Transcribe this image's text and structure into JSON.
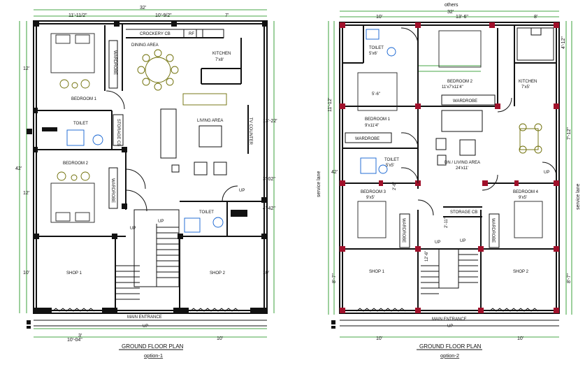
{
  "plan1": {
    "title": "GROUND FLOOR PLAN",
    "subtitle": "option-1",
    "dim_top": "32'",
    "dim_top_a": "11'-11/2\"",
    "dim_top_b": "10'-9/2\"",
    "dim_top_c": "7'",
    "dim_left_total": "42'",
    "dim_left_a": "12'",
    "dim_left_b": "12'",
    "dim_left_c": "10'",
    "dim_right_a": "13'-22'",
    "dim_right_b": "3'-02\"",
    "dim_right_c": "4'-42\"",
    "dim_right_d": "10'",
    "dim_bottom_a": "10'-04\"",
    "dim_bottom_b": "10'",
    "dim_bottom_small": "3'",
    "rooms": {
      "bedroom1": "BEDROOM 1",
      "bedroom2": "BEDROOM 2",
      "wardrobe1": "WARDROBE",
      "wardrobe2": "WARDROBE",
      "toilet1": "TOILET",
      "toilet2": "TOILET",
      "storage": "STORAGE CB",
      "crockery": "CROCKERY CB",
      "rf": "RF",
      "dining": "DINING AREA",
      "kitchen": "KITCHEN",
      "kitchen_dim": "7'x8'",
      "living": "LIVING AREA",
      "counter": "TV COUNTER",
      "shop1": "SHOP 1",
      "shop2": "SHOP 2",
      "entrance": "MAIN ENTRANCE",
      "up1": "UP",
      "up2": "UP",
      "up3": "UP",
      "up4": "UP"
    }
  },
  "plan2": {
    "title": "GROUND FLOOR PLAN",
    "subtitle": "option-2",
    "others": "others",
    "dim_top": "32'",
    "dim_top_a": "10'",
    "dim_top_b": "13'-6\"",
    "dim_top_c": "8'",
    "dim_left_a": "11'-12'",
    "dim_left_total": "42'",
    "dim_left_c": "8'-7\"",
    "dim_right_a": "7'-12\"",
    "dim_right_b": "8'-7\"",
    "dim_right_c": "4'-12\"",
    "dim_bottom_a": "10'",
    "dim_bottom_b": "10'",
    "service_lane_left": "service lane",
    "service_lane_right": "service lane",
    "rooms": {
      "toilet_top": "TOILET",
      "toilet_top_dim": "5'x6'",
      "bedroom2": "BEDROOM 2",
      "bedroom2_dim": "11'x7'x11'4\"",
      "kitchen": "KITCHEN",
      "kitchen_dim": "7'x5'",
      "bedroom1": "BEDROOM 1",
      "bedroom1_dim": "9'x11'4\"",
      "bed1_inner_dim": "5'-6\"",
      "wardrobe_a": "WARDROBE",
      "wardrobe_b": "WARDROBE",
      "toilet_mid": "TOILET",
      "toilet_mid_dim": "5'x5'",
      "dn_living": "DN / LIVING AREA",
      "dn_living_dim": "24'x11'",
      "bedroom3": "BEDROOM 3",
      "bedroom3_dim": "9'x5'",
      "bedroom4": "BEDROOM 4",
      "bedroom4_dim": "9'x5'",
      "wardrobe_c": "WARDROBE",
      "wardrobe_d": "WARDROBE",
      "storage": "STORAGE CB",
      "shop1": "SHOP 1",
      "shop2": "SHOP 2",
      "entrance": "MAIN ENTRANCE",
      "up1": "UP",
      "up2": "UP",
      "up3": "UP",
      "up4": "UP",
      "stair_dim_a": "2'-6\"",
      "stair_dim_b": "2'-11\"",
      "stair_dim_c": "12'-6\""
    }
  }
}
